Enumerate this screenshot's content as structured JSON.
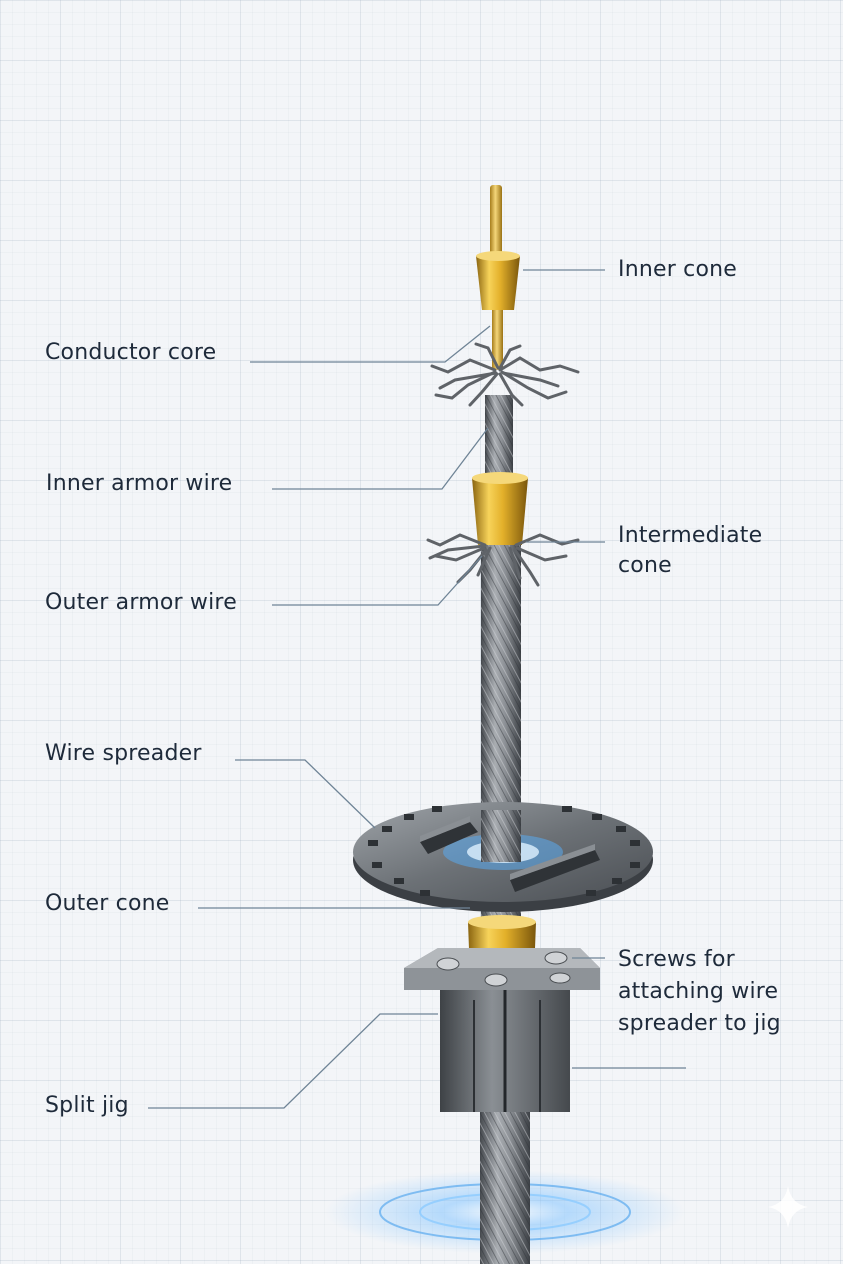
{
  "labels": {
    "inner_cone": "Inner cone",
    "conductor_core": "Conductor core",
    "inner_armor_wire": "Inner armor wire",
    "intermediate_cone_line1": "Intermediate",
    "intermediate_cone_line2": "cone",
    "outer_armor_wire": "Outer armor wire",
    "wire_spreader": "Wire spreader",
    "outer_cone": "Outer cone",
    "screws_line1": "Screws for",
    "screws_line2": "attaching wire",
    "screws_line3": "spreader to jig",
    "split_jig": "Split jig"
  },
  "colors": {
    "leader_line": "#6f8496",
    "brass": "#d9a91e",
    "steel": "#7d8287",
    "glow": "#5aa9ee"
  }
}
